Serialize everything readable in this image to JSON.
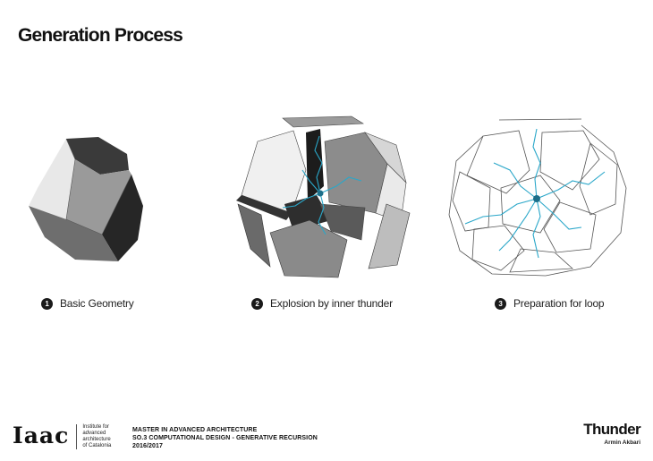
{
  "page": {
    "title": "Generation Process"
  },
  "steps": [
    {
      "number": "1",
      "label": "Basic Geometry"
    },
    {
      "number": "2",
      "label": "Explosion by inner thunder"
    },
    {
      "number": "3",
      "label": "Preparation for loop"
    }
  ],
  "colors": {
    "accent": "#2aa7c9",
    "dark_face": "#4a4a4a",
    "mid_face": "#8a8a8a",
    "light_face": "#e4e4e4"
  },
  "footer": {
    "logo_mark": "Iaac",
    "logo_lines": [
      "Institute for",
      "advanced",
      "architecture",
      "of Catalonia"
    ],
    "program": "MASTER IN ADVANCED ARCHITECTURE",
    "course": "SO.3 COMPUTATIONAL DESIGN - GENERATIVE RECURSION",
    "year": "2016/2017",
    "project_title": "Thunder",
    "author": "Armin Akbari"
  }
}
